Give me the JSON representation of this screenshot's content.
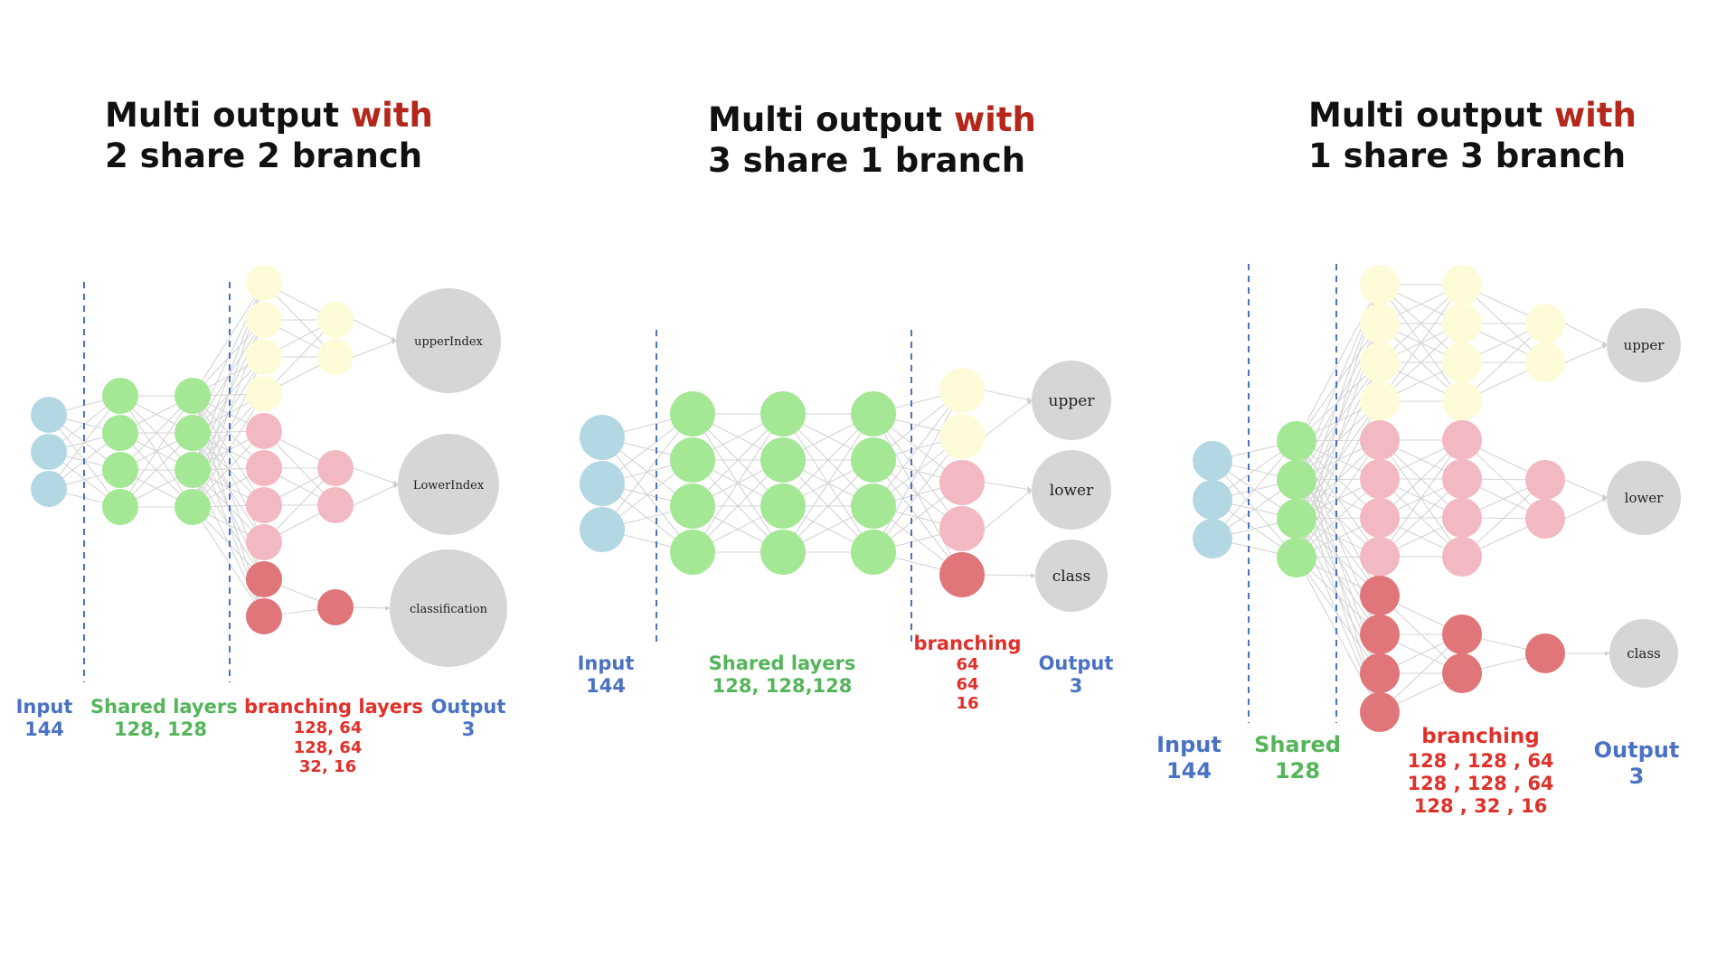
{
  "colors": {
    "input": "#b3d8e4",
    "shared": "#a4e794",
    "branch_upper": "#fefbd9",
    "branch_lower": "#f3b9c2",
    "branch_class": "#e0767a",
    "output": "#d6d6d6",
    "edge": "#d4d4d4",
    "divider": "#4a72c4",
    "title_accent": "#b5271b",
    "label_blue": "#4a72c4",
    "label_green": "#55b55a",
    "label_red": "#e0302a"
  },
  "panels": [
    {
      "title_line1_prefix": "Multi output ",
      "title_accent": "with",
      "title_line2": "2 share 2 branch",
      "outputs": [
        "upperIndex",
        "LowerIndex",
        "classification"
      ],
      "labels": {
        "input": {
          "name": "Input",
          "value": "144"
        },
        "shared": {
          "name": "Shared layers",
          "value": "128, 128"
        },
        "branching": {
          "name": "branching layers",
          "values": [
            "128, 64",
            "128, 64",
            "32, 16"
          ]
        },
        "output": {
          "name": "Output",
          "value": "3"
        }
      }
    },
    {
      "title_line1_prefix": "Multi output ",
      "title_accent": "with",
      "title_line2": "3 share 1 branch",
      "outputs": [
        "upper",
        "lower",
        "class"
      ],
      "labels": {
        "input": {
          "name": "Input",
          "value": "144"
        },
        "shared": {
          "name": "Shared layers",
          "value": "128, 128,128"
        },
        "branching": {
          "name": "branching",
          "values": [
            "64",
            "64",
            "16"
          ]
        },
        "output": {
          "name": "Output",
          "value": "3"
        }
      }
    },
    {
      "title_line1_prefix": "Multi output ",
      "title_accent": "with",
      "title_line2": "1 share 3 branch",
      "outputs": [
        "upper",
        "lower",
        "class"
      ],
      "labels": {
        "input": {
          "name": "Input",
          "value": "144"
        },
        "shared": {
          "name": "Shared",
          "value": "128"
        },
        "branching": {
          "name": "branching",
          "values": [
            "128 , 128 , 64",
            "128 , 128 , 64",
            "128 , 32 , 16"
          ]
        },
        "output": {
          "name": "Output",
          "value": "3"
        }
      }
    }
  ]
}
